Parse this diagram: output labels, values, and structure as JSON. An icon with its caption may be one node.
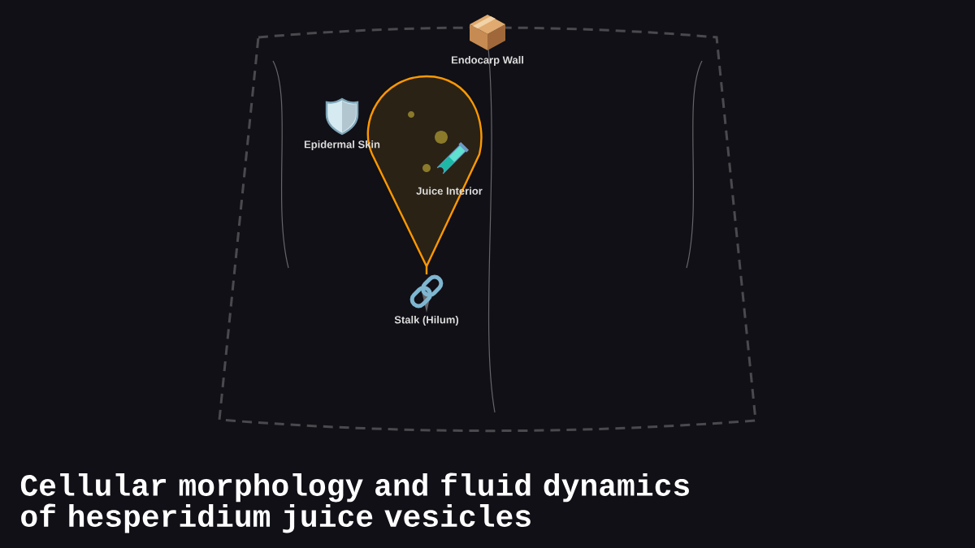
{
  "diagram": {
    "title": "Cellular morphology and fluid dynamics of hesperidium juice vesicles",
    "labels": [
      "Endocarp Wall",
      "Epidermal Skin",
      "Juice Interior",
      "Stalk (Hilum)"
    ]
  }
}
